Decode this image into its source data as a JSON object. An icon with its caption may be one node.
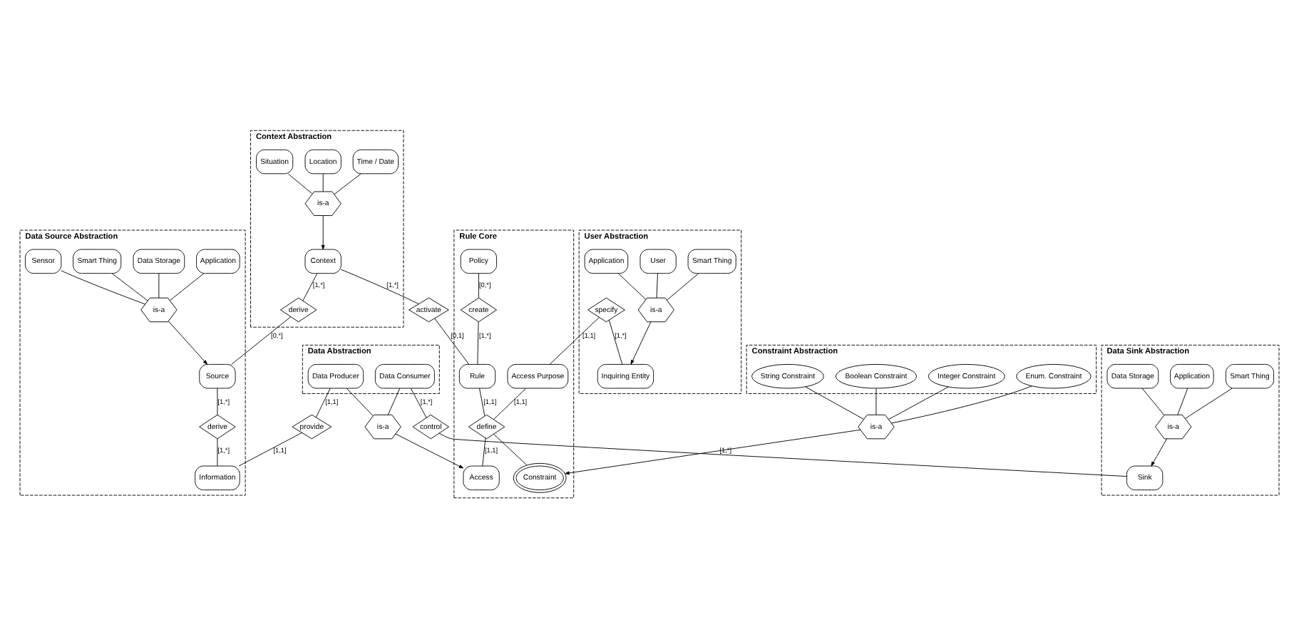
{
  "diagram": {
    "nodes": [
      {
        "text": [
          "Context Abstraction"
        ]
      },
      {
        "text": [
          "Time / Date"
        ],
        "in": 0
      },
      {
        "text": [
          "Location"
        ],
        "in": 0
      },
      {
        "text": [
          "Situation"
        ],
        "in": 0
      },
      {
        "text": [
          "is-a"
        ],
        "in": 0
      },
      {
        "text": [
          "Context"
        ],
        "in": 0
      },
      {
        "text": [
          "derive"
        ],
        "in": 0
      },
      {
        "text": [
          "Data Source Abstraction"
        ]
      },
      {
        "text": [
          "Application"
        ],
        "in": 7
      },
      {
        "text": [
          "Data Storage"
        ],
        "in": 7
      },
      {
        "text": [
          "Smart Thing"
        ],
        "in": 7
      },
      {
        "text": [
          "Sensor"
        ],
        "in": 7
      },
      {
        "text": [
          "is-a"
        ],
        "in": 7
      },
      {
        "text": [
          "Source"
        ],
        "in": 7
      },
      {
        "text": [
          "activate"
        ]
      },
      {
        "text": [
          "derive"
        ],
        "in": 7
      },
      {
        "text": [
          "Rule Core"
        ]
      },
      {
        "text": [
          "Policy"
        ],
        "in": 16
      },
      {
        "text": [
          "create"
        ],
        "in": 16
      },
      {
        "text": [
          "Rule"
        ],
        "in": 16
      },
      {
        "text": [
          "Data Abstraction"
        ]
      },
      {
        "text": [
          "Data Producer"
        ],
        "in": 20
      },
      {
        "text": [
          "provide"
        ]
      },
      {
        "text": [
          "Information"
        ],
        "in": 7
      },
      {
        "text": [
          "User Abstraction"
        ]
      },
      {
        "text": [
          "Application"
        ],
        "in": 24
      },
      {
        "text": [
          "specify"
        ],
        "in": 24
      },
      {
        "text": [
          "Access Purpose"
        ],
        "in": 16
      },
      {
        "text": [
          "define"
        ],
        "in": 16
      },
      {
        "text": [
          "Access"
        ],
        "in": 16
      },
      {
        "text": [
          "is-a"
        ]
      },
      {
        "text": [
          "Smart Thing"
        ],
        "in": 24
      },
      {
        "text": [
          "is-a"
        ],
        "in": 24
      },
      {
        "text": [
          "Inquiring Entity"
        ],
        "in": 24
      },
      {
        "text": [
          "Constraint"
        ],
        "in": 16
      },
      {
        "text": [
          "Data Consumer"
        ],
        "in": 20
      },
      {
        "text": [
          "control"
        ]
      },
      {
        "text": [
          "Data Sink Abstraction"
        ]
      },
      {
        "text": [
          "Sink"
        ],
        "in": 37
      },
      {
        "text": [
          "User"
        ],
        "in": 24
      },
      {
        "text": [
          "is-a"
        ]
      },
      {
        "text": [
          "Constraint Abstraction"
        ]
      },
      {
        "text": [
          "Boolean Constraint"
        ],
        "in": 41
      },
      {
        "text": [
          "Integer Constraint"
        ],
        "in": 41
      },
      {
        "text": [
          "Enum. Constraint"
        ],
        "in": 41
      },
      {
        "text": [
          "String Constraint"
        ],
        "in": 41
      },
      {
        "text": [
          "is-a"
        ],
        "in": 37
      },
      {
        "text": [
          "Application"
        ],
        "in": 37
      },
      {
        "text": [
          "Data Storage"
        ],
        "in": 37
      },
      {
        "text": [
          "Smart Thing"
        ],
        "in": 37
      }
    ],
    "edges": [
      {
        "from": 1,
        "to": 4,
        "arrow": "none"
      },
      {
        "from": 2,
        "to": 4,
        "arrow": "none"
      },
      {
        "from": 3,
        "to": 4,
        "arrow": "none"
      },
      {
        "from": 4,
        "to": 5,
        "arrow": "to"
      },
      {
        "from": 5,
        "to": 6,
        "arrow": "none",
        "label": "[1,*]"
      },
      {
        "from": 6,
        "to": 13,
        "arrow": "none",
        "label": "[0,*]"
      },
      {
        "from": 8,
        "to": 12,
        "arrow": "none"
      },
      {
        "from": 9,
        "to": 12,
        "arrow": "none"
      },
      {
        "from": 10,
        "to": 12,
        "arrow": "none"
      },
      {
        "from": 11,
        "to": 12,
        "arrow": "none"
      },
      {
        "from": 12,
        "to": 13,
        "arrow": "to"
      },
      {
        "from": 5,
        "to": 14,
        "arrow": "none",
        "label": "[1,*]"
      },
      {
        "from": 14,
        "to": 19,
        "arrow": "none",
        "label": "[0,1]"
      },
      {
        "from": 13,
        "to": 15,
        "arrow": "none",
        "label": "[1,*]"
      },
      {
        "from": 15,
        "to": 23,
        "arrow": "none",
        "label": "[1,*]"
      },
      {
        "from": 17,
        "to": 18,
        "arrow": "none",
        "label": "[0,*]"
      },
      {
        "from": 18,
        "to": 19,
        "arrow": "none",
        "label": "[1,*]"
      },
      {
        "from": 19,
        "to": 28,
        "arrow": "none",
        "label": "[1,1]"
      },
      {
        "from": 27,
        "to": 28,
        "arrow": "none",
        "label": "[1,1]"
      },
      {
        "from": 28,
        "to": 29,
        "arrow": "none",
        "label": "[1,1]"
      },
      {
        "from": 28,
        "to": 34,
        "arrow": "none"
      },
      {
        "from": 26,
        "to": 27,
        "arrow": "none",
        "label": "[1,1]"
      },
      {
        "from": 26,
        "to": 33,
        "arrow": "none",
        "label": "[1,*]"
      },
      {
        "from": 25,
        "to": 32,
        "arrow": "none"
      },
      {
        "from": 31,
        "to": 32,
        "arrow": "none"
      },
      {
        "from": 39,
        "to": 32,
        "arrow": "none"
      },
      {
        "from": 32,
        "to": 33,
        "arrow": "to"
      },
      {
        "from": 21,
        "to": 30,
        "arrow": "none"
      },
      {
        "from": 35,
        "to": 30,
        "arrow": "none"
      },
      {
        "from": 30,
        "to": 29,
        "arrow": "to"
      },
      {
        "from": 21,
        "to": 22,
        "arrow": "none",
        "label": "[1,1]"
      },
      {
        "from": 22,
        "to": 23,
        "arrow": "none",
        "label": "[1,1]"
      },
      {
        "from": 35,
        "to": 36,
        "arrow": "none",
        "label": "[1,*]"
      },
      {
        "from": 36,
        "to": 38,
        "arrow": "none",
        "label": "[1,*]"
      },
      {
        "from": 47,
        "to": 46,
        "arrow": "none"
      },
      {
        "from": 48,
        "to": 46,
        "arrow": "none"
      },
      {
        "from": 49,
        "to": 46,
        "arrow": "none"
      },
      {
        "from": 46,
        "to": 38,
        "arrow": "to"
      },
      {
        "from": 42,
        "to": 40,
        "arrow": "none"
      },
      {
        "from": 43,
        "to": 40,
        "arrow": "none"
      },
      {
        "from": 44,
        "to": 40,
        "arrow": "none"
      },
      {
        "from": 45,
        "to": 40,
        "arrow": "none"
      },
      {
        "from": 40,
        "to": 34,
        "arrow": "to"
      }
    ]
  }
}
